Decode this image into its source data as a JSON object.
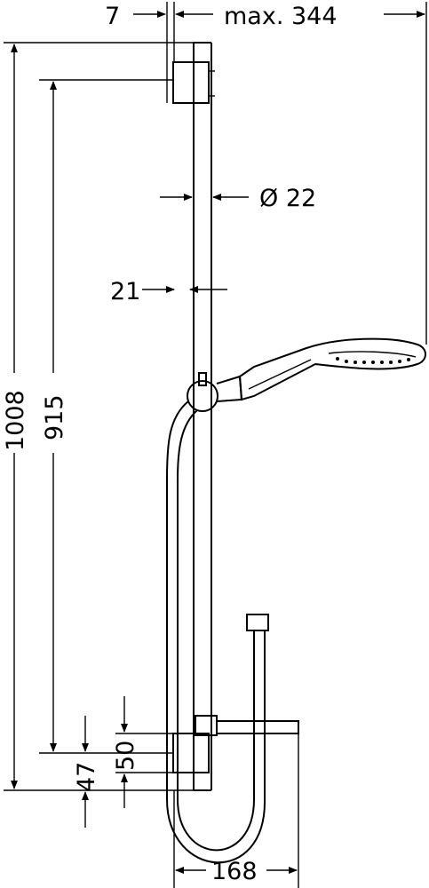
{
  "dimensions": {
    "wall_offset": "7",
    "max_reach": "max.  344",
    "diameter": "Ø  22",
    "rail_gap": "21",
    "total_height": "1008",
    "bracket_spacing": "915",
    "lower_offset_a": "47",
    "lower_offset_b": "50",
    "shelf_width": "168"
  },
  "colors": {
    "line": "#000000",
    "background": "#ffffff"
  }
}
